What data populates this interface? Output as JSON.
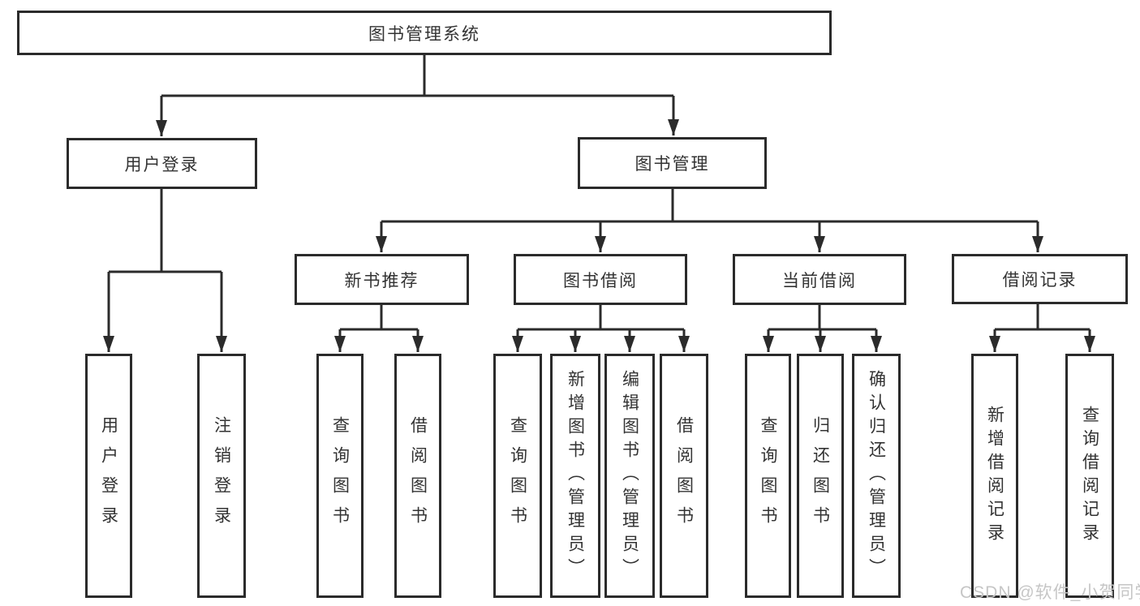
{
  "diagram": {
    "root": {
      "label": "图书管理系统"
    },
    "level2": {
      "user_login": {
        "label": "用户登录"
      },
      "book_mgmt": {
        "label": "图书管理"
      }
    },
    "level3": {
      "new_books": {
        "label": "新书推荐"
      },
      "book_borrow": {
        "label": "图书借阅"
      },
      "current_borrow": {
        "label": "当前借阅"
      },
      "borrow_records": {
        "label": "借阅记录"
      }
    },
    "leaves": {
      "user_login_1": "用户登录",
      "user_login_2": "注销登录",
      "new_books_1": "查询图书",
      "new_books_2": "借阅图书",
      "book_borrow_1": "查询图书",
      "book_borrow_2": "新增图书（管理员）",
      "book_borrow_3": "编辑图书（管理员）",
      "book_borrow_4": "借阅图书",
      "current_borrow_1": "查询图书",
      "current_borrow_2": "归还图书",
      "current_borrow_3": "确认归还（管理员）",
      "borrow_records_1": "新增借阅记录",
      "borrow_records_2": "查询借阅记录"
    }
  },
  "watermark": {
    "text": "CSDN @软件_小贺同学"
  },
  "colors": {
    "line": "#2b2b2b",
    "text": "#333333",
    "watermark": "#c6c6c6",
    "background": "#ffffff"
  }
}
